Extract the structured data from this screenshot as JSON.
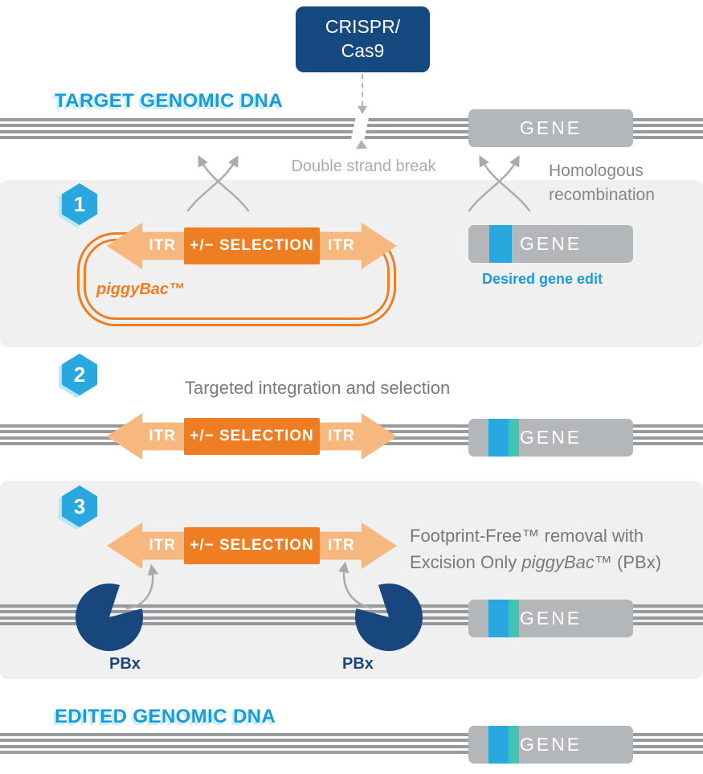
{
  "colors": {
    "navy": "#17477d",
    "accent_blue": "#1b9ad6",
    "hex_blue": "#29a8e0",
    "orange": "#ef7d22",
    "light_orange": "#f6b87e",
    "gene_gray": "#b4b7ba",
    "strand_gray": "#97999c",
    "band_gray": "#f0f0f1",
    "stripe_blue": "#29a8e0",
    "stripe_teal": "#41c4b4",
    "glow_cyan": "#c9eefb"
  },
  "header": {
    "crispr_line1": "CRISPR/",
    "crispr_line2": "Cas9",
    "target_heading": "TARGET GENOMIC DNA",
    "gene_label": "GENE",
    "double_strand_break": "Double strand break",
    "homologous_recombination": "Homologous recombination"
  },
  "step1": {
    "badge": "1",
    "itr_left": "ITR",
    "selection": "+/− SELECTION",
    "itr_right": "ITR",
    "plasmid_label": "piggyBac™",
    "gene_label": "GENE",
    "desired_edit_label": "Desired gene edit"
  },
  "step2": {
    "badge": "2",
    "caption": "Targeted integration and selection",
    "itr_left": "ITR",
    "selection": "+/− SELECTION",
    "itr_right": "ITR",
    "gene_label": "GENE"
  },
  "step3": {
    "badge": "3",
    "caption_line1": "Footprint-Free™ removal with",
    "caption2_pre": "Excision Only ",
    "caption2_italic": "piggyBac™",
    "caption2_post": " (PBx)",
    "itr_left": "ITR",
    "selection": "+/− SELECTION",
    "itr_right": "ITR",
    "gene_label": "GENE",
    "pbx_left_label": "PBx",
    "pbx_right_label": "PBx"
  },
  "footer": {
    "edited_heading": "EDITED GENOMIC DNA",
    "gene_label": "GENE"
  }
}
